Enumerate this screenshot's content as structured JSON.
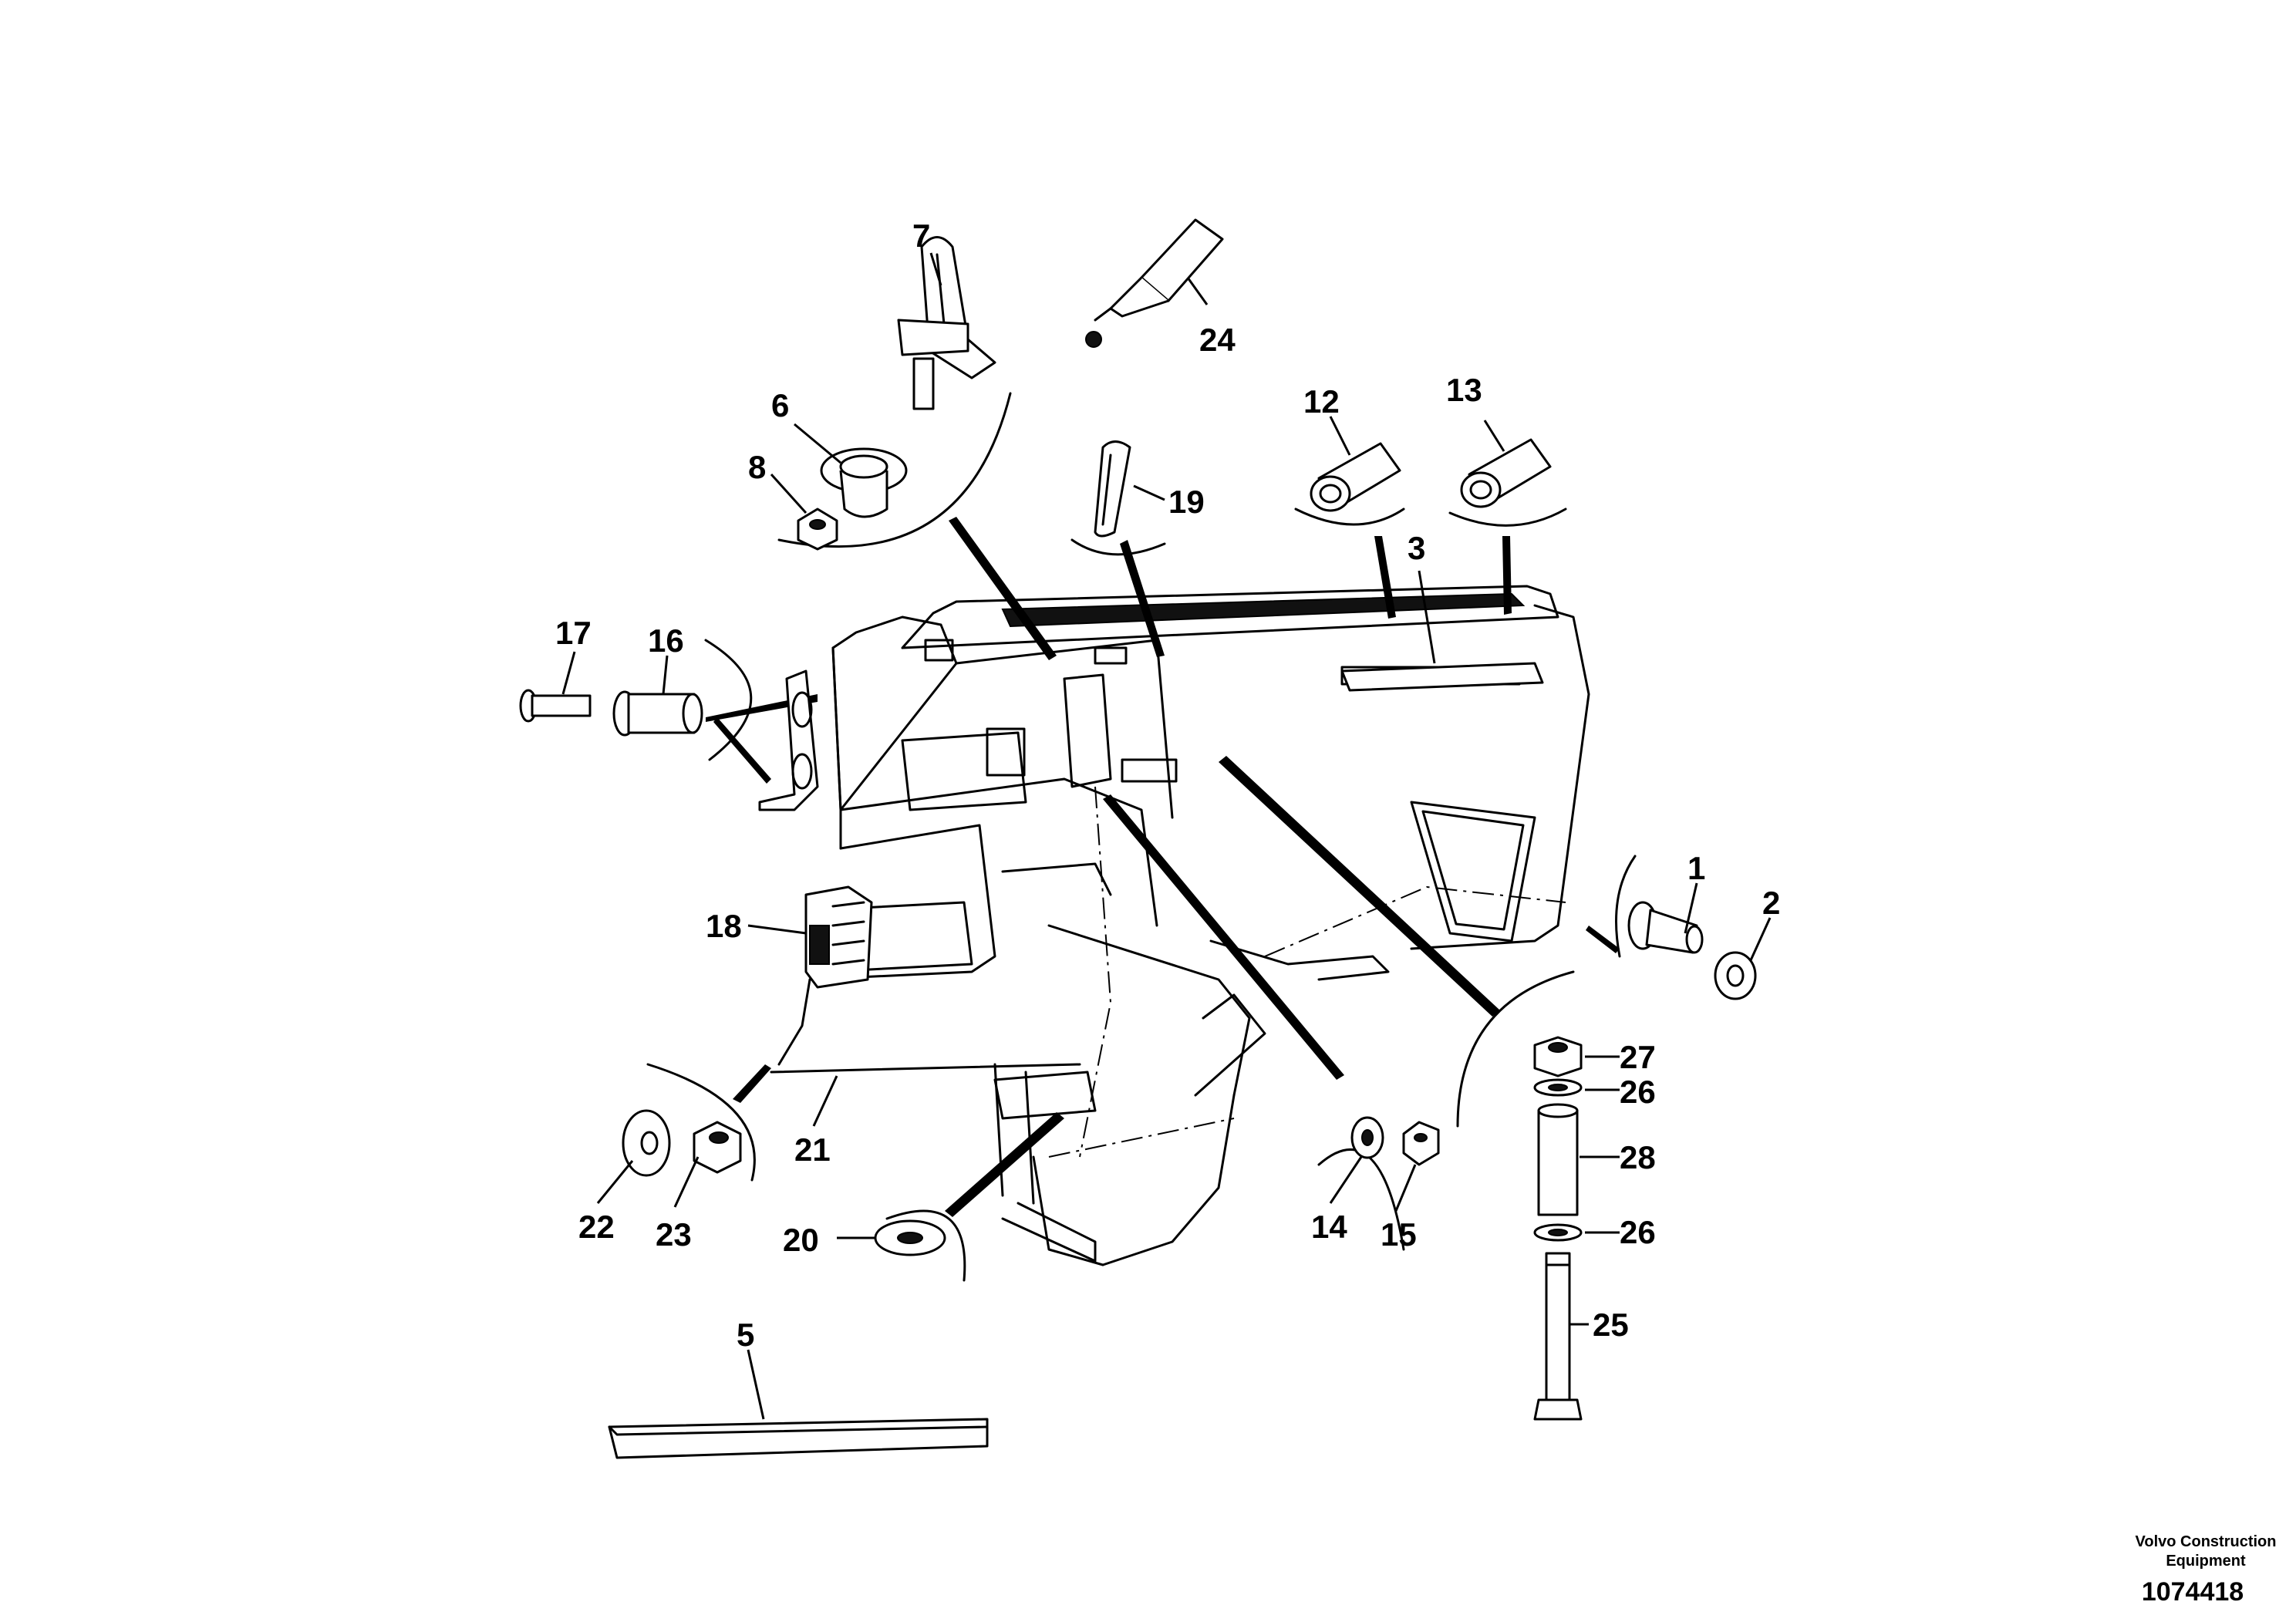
{
  "drawing": {
    "callouts": {
      "c1": "1",
      "c2": "2",
      "c3": "3",
      "c5": "5",
      "c6": "6",
      "c7": "7",
      "c8": "8",
      "c12": "12",
      "c13": "13",
      "c14": "14",
      "c15": "15",
      "c16": "16",
      "c17": "17",
      "c18": "18",
      "c19": "19",
      "c20": "20",
      "c21": "21",
      "c22": "22",
      "c23": "23",
      "c24": "24",
      "c25": "25",
      "c26a": "26",
      "c26b": "26",
      "c27": "27",
      "c28": "28"
    },
    "credit_line1": "Volvo Construction",
    "credit_line2": "Equipment",
    "reference_number": "1074418"
  }
}
